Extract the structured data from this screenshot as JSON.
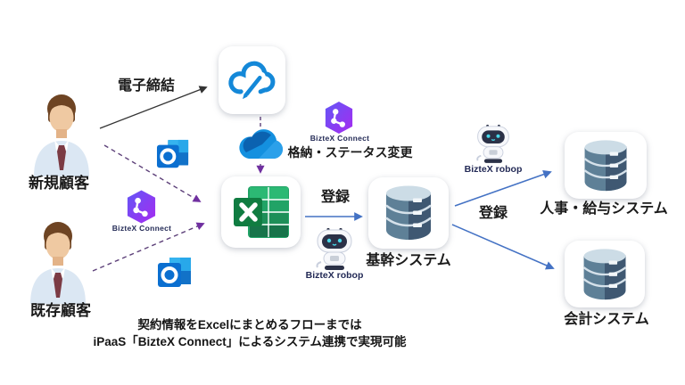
{
  "actors": [
    {
      "id": "new_customer",
      "label": "新規顧客"
    },
    {
      "id": "existing_customer",
      "label": "既存顧客"
    }
  ],
  "edge_labels": {
    "electronic_signing": "電子締結",
    "store_status": "格納・ステータス変更",
    "register_core": "登録",
    "register_downstream": "登録"
  },
  "brand_labels": {
    "connect_left": "BizteX Connect",
    "connect_center": "BizteX Connect",
    "robop_center": "BizteX robop",
    "robop_right": "BizteX robop"
  },
  "system_labels": {
    "core": "基幹システム",
    "hr_payroll": "人事・給与システム",
    "accounting": "会計システム"
  },
  "caption": {
    "line1": "契約情報をExcelにまとめるフローまでは",
    "line2": "iPaaS「BizteX Connect」によるシステム連携で実現可能"
  },
  "icons": {
    "person": "person-icon",
    "cloudsign": "cloud-pen-icon",
    "onedrive": "onedrive-cloud-icon",
    "outlook": "outlook-icon",
    "excel": "excel-icon",
    "biztex_connect": "biztex-hexagon-icon",
    "robot": "robot-icon",
    "database": "database-icon"
  },
  "colors": {
    "background": "#ffffff",
    "black_arrow": "#333333",
    "dashed_purple_arrow": "#5d4079",
    "purple_arrowhead": "#7030a0",
    "solid_blue_arrow": "#4472c4",
    "cloudsign_blue": "#1488d8",
    "onedrive_blue": "#0f78d4",
    "outlook_blue": "#0b6fd0",
    "excel_green": "#107c41",
    "biztex_gradient_start": "#6356f6",
    "biztex_gradient_end": "#a62bf0",
    "database_body": "#5e8097",
    "brand_text_navy": "#232a56",
    "text_black": "#1a1a1a"
  }
}
